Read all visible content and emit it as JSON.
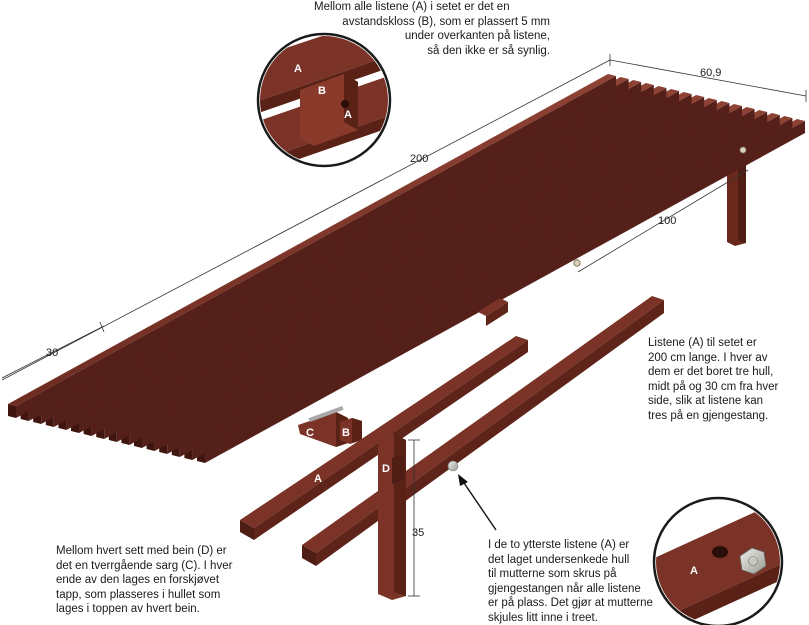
{
  "notes": {
    "top": [
      "Mellom alle listene (A) i setet er det en",
      "avstandskloss (B), som er plassert 5 mm",
      "under overkanten på listene,",
      "så den ikke er så synlig."
    ],
    "right": [
      "Listene (A) til setet er",
      "200 cm lange. I hver av",
      "dem er det boret tre hull,",
      "midt på og 30 cm fra hver",
      "side, slik at listene kan",
      "tres på en gjengestang."
    ],
    "bottom_left": [
      "Mellom hvert sett med bein (D) er",
      "det en tverrgående sarg (C). I hver",
      "ende av den lages en forskjøvet",
      "tapp, som plasseres i hullet som",
      "lages i toppen av hvert bein."
    ],
    "bottom_center": [
      "I de to ytterste listene (A) er",
      "det laget undersenkede hull",
      "til mutterne som skrus på",
      "gjengestangen når alle listene",
      "er på plass. Det gjør at mutterne",
      "skjules litt inne i treet."
    ]
  },
  "dimensions": {
    "length": "200",
    "width": "60,9",
    "half": "100",
    "end_offset": "30",
    "leg_height": "35"
  },
  "labels": {
    "a": "A",
    "b": "B",
    "c": "C",
    "d": "D"
  },
  "colors": {
    "wood": "#7a3326",
    "wood_dark": "#4e1d14",
    "wood_light": "#9a4a3a",
    "dim_line": "#333333"
  }
}
